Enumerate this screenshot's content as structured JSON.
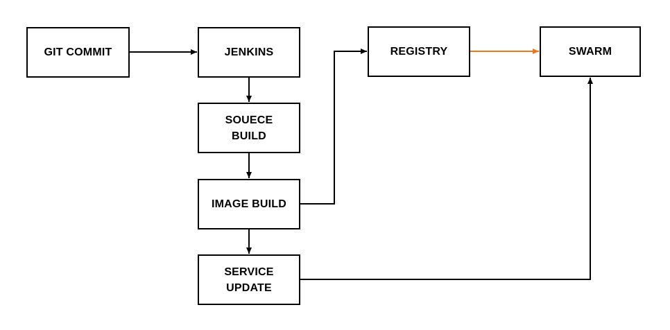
{
  "diagram": {
    "nodes": {
      "git_commit": "GIT COMMIT",
      "jenkins": "JENKINS",
      "source_build": "SOUECE\nBUILD",
      "image_build": "IMAGE BUILD",
      "service_update": "SERVICE\nUPDATE",
      "registry": "REGISTRY",
      "swarm": "SWARM"
    },
    "edges": [
      {
        "from": "git_commit",
        "to": "jenkins"
      },
      {
        "from": "jenkins",
        "to": "source_build"
      },
      {
        "from": "source_build",
        "to": "image_build"
      },
      {
        "from": "image_build",
        "to": "service_update"
      },
      {
        "from": "image_build",
        "to": "registry"
      },
      {
        "from": "registry",
        "to": "swarm",
        "color": "#e87722"
      },
      {
        "from": "service_update",
        "to": "swarm"
      }
    ],
    "colors": {
      "stroke": "#000000",
      "accent_arrow": "#e87722"
    }
  }
}
